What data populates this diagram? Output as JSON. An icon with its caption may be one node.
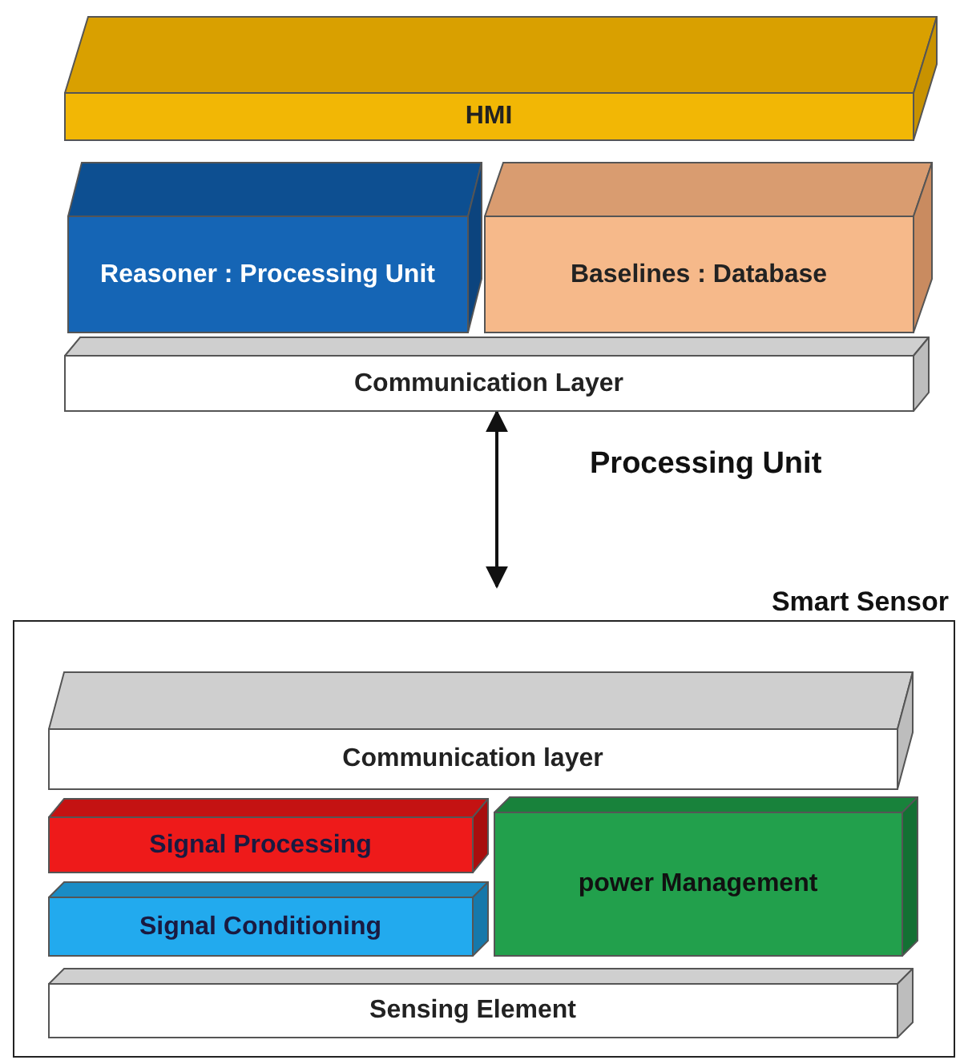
{
  "diagram": {
    "nodes": [
      {
        "text": [
          "HMI"
        ]
      },
      {
        "text": [
          "Reasoner : Processing Unit"
        ]
      },
      {
        "text": [
          "Baselines : Database"
        ]
      },
      {
        "text": [
          "Communication Layer"
        ]
      },
      {
        "text": [
          "Smart Sensor"
        ]
      },
      {
        "text": [
          "Communication layer"
        ],
        "in": 4
      },
      {
        "text": [
          "Signal Processing"
        ],
        "in": 4
      },
      {
        "text": [
          "power Management"
        ],
        "in": 4
      },
      {
        "text": [
          "Signal Conditioning"
        ],
        "in": 4
      },
      {
        "text": [
          "Sensing Element"
        ],
        "in": 4
      }
    ],
    "edges": [
      {
        "from": 3,
        "to": 4,
        "arrow": "both"
      }
    ],
    "labels": [
      "Processing Unit"
    ]
  }
}
